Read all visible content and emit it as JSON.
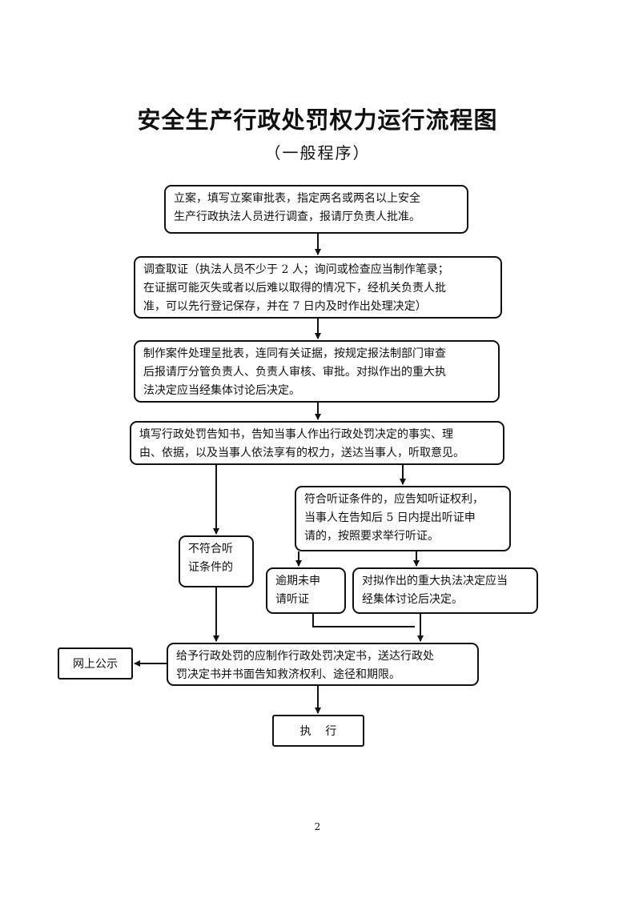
{
  "title": "安全生产行政处罚权力运行流程图",
  "subtitle": "（一般程序）",
  "steps": {
    "filing": "立案，填写立案审批表，指定两名或两名以上安全\n生产行政执法人员进行调查，报请厅负责人批准。",
    "investigation": "调查取证（执法人员不少于 2 人；询问或检查应当制作笔录；\n在证据可能灭失或者以后难以取得的情况下，经机关负责人批\n准，可以先行登记保存，并在 7 日内及时作出处理决定）",
    "approval": "制作案件处理呈批表，连同有关证据，按规定报法制部门审查\n后报请厅分管负责人、负责人审核、审批。对拟作出的重大执\n法决定应当经集体讨论后决定。",
    "notice": "填写行政处罚告知书，告知当事人作出行政处罚决定的事实、理\n由、依据，以及当事人依法享有的权力，送达当事人，听取意见。",
    "hearing_eligible": "符合听证条件的，应告知听证权利，\n当事人在告知后 5 日内提出听证申\n请的，按照要求举行听证。",
    "not_eligible": "不符合听\n证条件的",
    "overdue": "逾期未申\n请听证",
    "collective": "对拟作出的重大执法决定应当\n经集体讨论后决定。",
    "decision": "给予行政处罚的应制作行政处罚决定书，送达行政处\n罚决定书并书面告知救济权利、途径和期限。",
    "publish": "网上公示",
    "execute": "执    行"
  },
  "page_number": "2"
}
